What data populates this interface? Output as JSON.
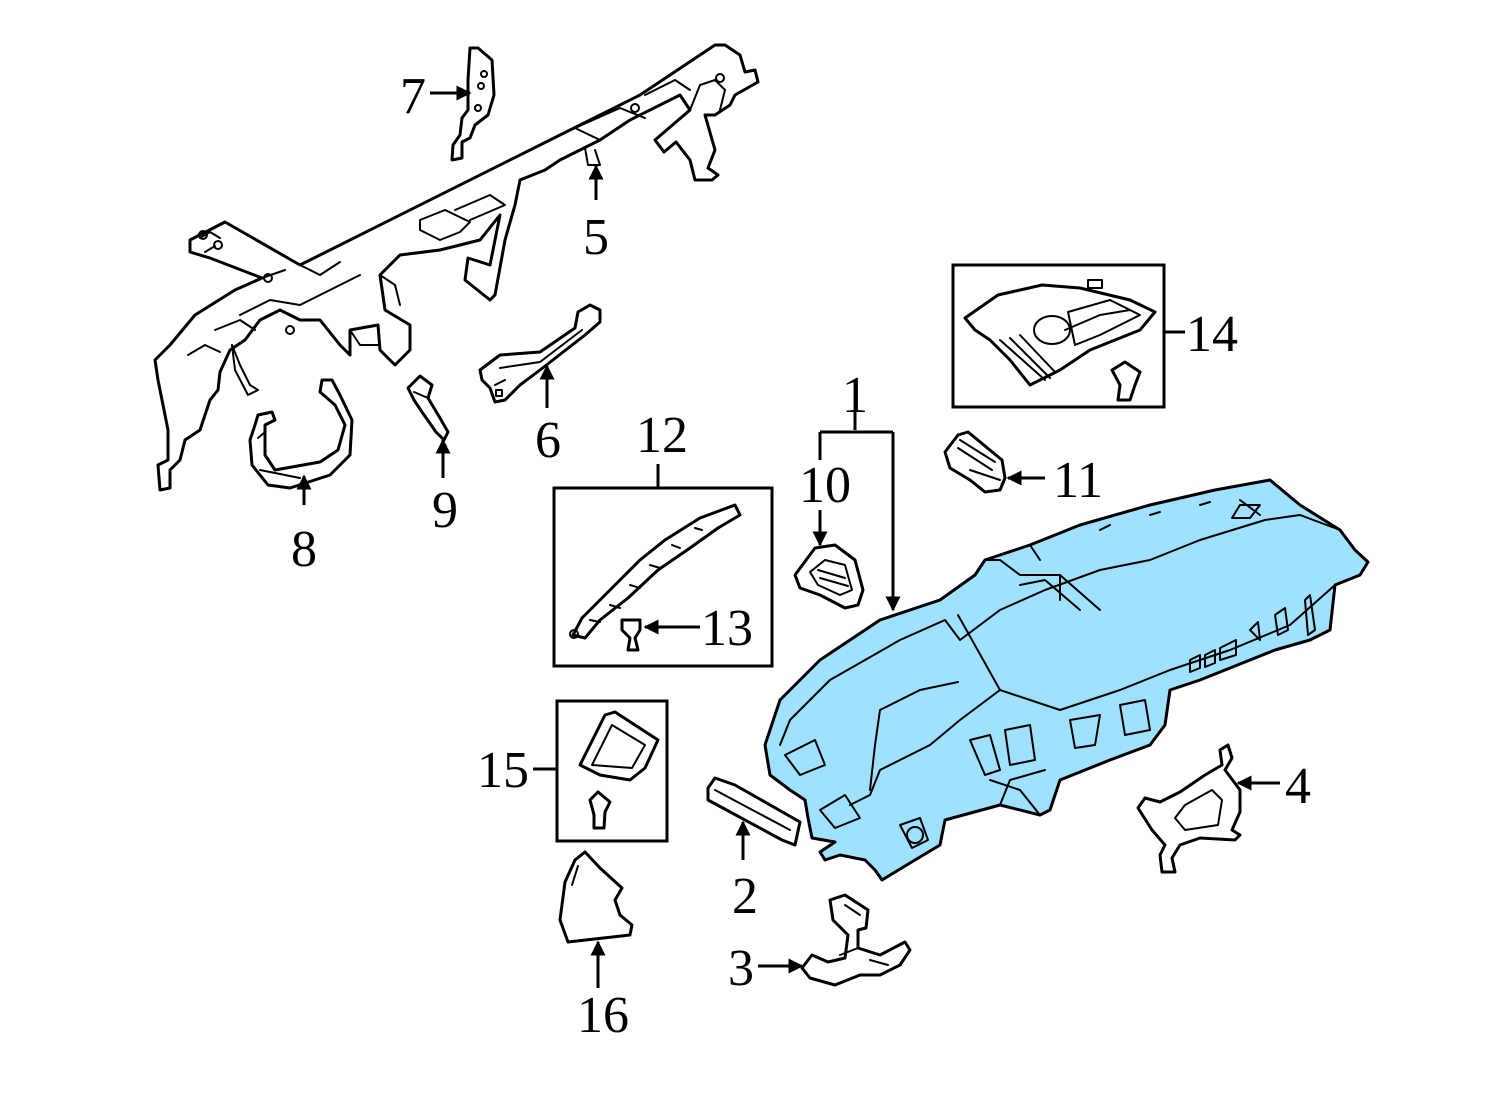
{
  "diagram": {
    "highlight_color": "#a0e1ff",
    "line_color": "#000000",
    "background": "#ffffff",
    "callouts": {
      "c1": "1",
      "c2": "2",
      "c3": "3",
      "c4": "4",
      "c5": "5",
      "c6": "6",
      "c7": "7",
      "c8": "8",
      "c9": "9",
      "c10": "10",
      "c11": "11",
      "c12": "12",
      "c13": "13",
      "c14": "14",
      "c15": "15",
      "c16": "16"
    }
  }
}
